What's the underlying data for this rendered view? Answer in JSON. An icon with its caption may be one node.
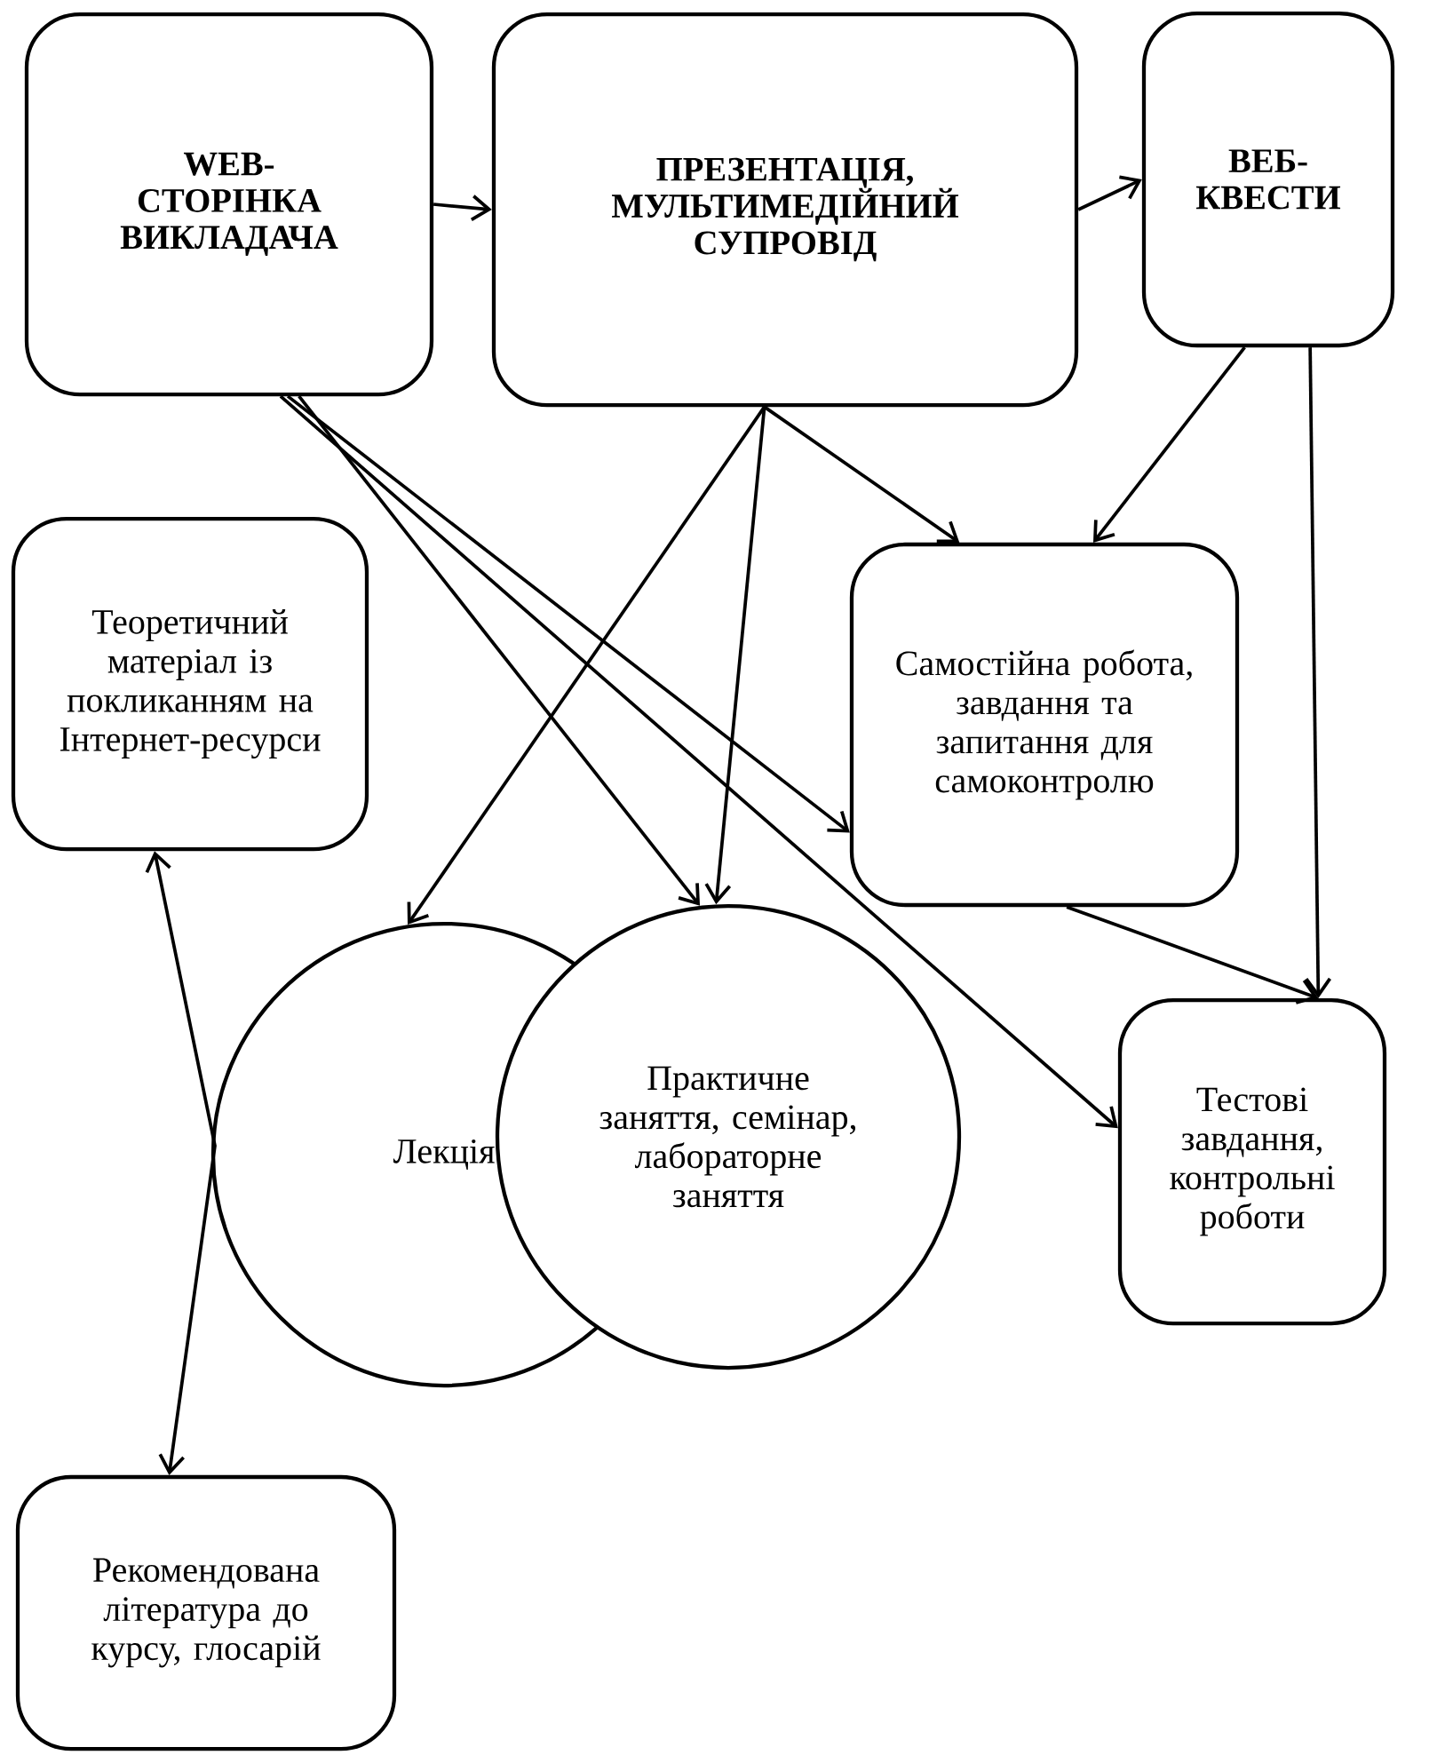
{
  "diagram": {
    "nodes": [
      {
        "text": [
          "WEB-СТОРІНКА ВИКЛАДАЧА"
        ]
      },
      {
        "text": [
          "ПРЕЗЕНТАЦІЯ, МУЛЬТИМЕДІЙНИЙ СУПРОВІД"
        ]
      },
      {
        "text": [
          "ВЕБ-КВЕСТИ"
        ]
      },
      {
        "text": [
          "Теоретичний матеріал із покликанням на Інтернет-ресурси"
        ]
      },
      {
        "text": [
          "Самостійна робота, завдання та запитання для самоконтролю"
        ]
      },
      {
        "text": [
          "Лекція"
        ]
      },
      {
        "text": [
          "Практичне заняття, семінар, лабораторне заняття"
        ]
      },
      {
        "text": [
          "Тестові завдання, контрольні роботи"
        ]
      },
      {
        "text": [
          "Рекомендована література до курсу, глосарій"
        ]
      }
    ],
    "edges": [
      {
        "from": 0,
        "to": 1,
        "arrow": "to"
      },
      {
        "from": 1,
        "to": 2,
        "arrow": "to"
      },
      {
        "from": 0,
        "to": 4,
        "arrow": "to"
      },
      {
        "from": 0,
        "to": 6,
        "arrow": "to"
      },
      {
        "from": 0,
        "to": 7,
        "arrow": "to"
      },
      {
        "from": 1,
        "to": 5,
        "arrow": "to"
      },
      {
        "from": 1,
        "to": 6,
        "arrow": "to"
      },
      {
        "from": 1,
        "to": 4,
        "arrow": "to"
      },
      {
        "from": 2,
        "to": 4,
        "arrow": "to"
      },
      {
        "from": 2,
        "to": 7,
        "arrow": "to"
      },
      {
        "from": 4,
        "to": 7,
        "arrow": "to"
      },
      {
        "from": 3,
        "to": 8,
        "arrow": "both"
      }
    ]
  }
}
